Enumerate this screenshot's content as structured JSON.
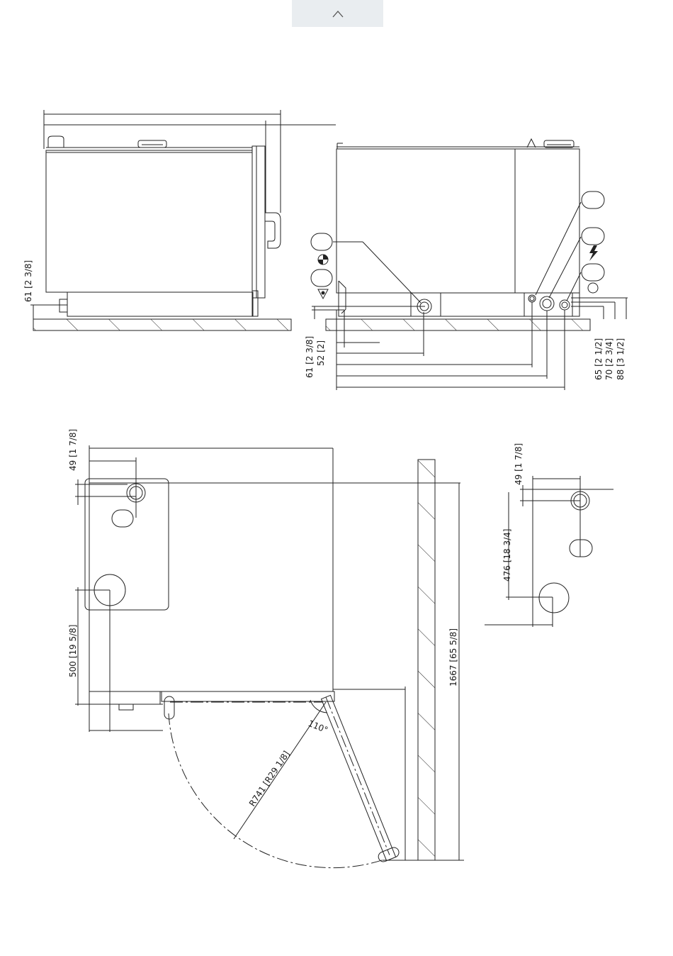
{
  "scroll_top": {
    "icon": "chevron-up-icon"
  },
  "dims": {
    "d1": "61 [2 3/8]",
    "d2": "61 [2 3/8]",
    "d3": "52 [2]",
    "d4": "65 [2 1/2]",
    "d5": "70 [2 3/4]",
    "d6": "88 [3 1/2]",
    "d7": "49 [1 7/8]",
    "d8": "500 [19 5/8]",
    "d9": "1667 [65 5/8]",
    "d10": "R741 [R29 1/8]",
    "d11": "110°",
    "d12": "49 [1 7/8]",
    "d13": "476 [18 3/4]"
  },
  "icons": {
    "drain": "drain-icon",
    "water": "water-inlet-icon",
    "electric": "electric-lightning-icon"
  }
}
